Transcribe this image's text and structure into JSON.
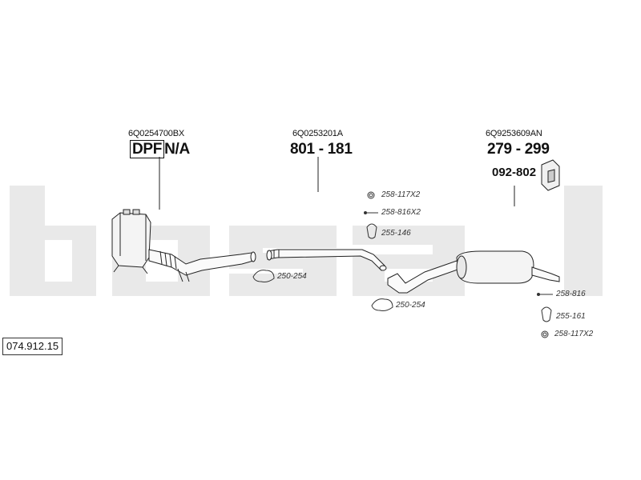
{
  "catalog_number": "074.912.15",
  "watermark": "bosal",
  "sections": {
    "front": {
      "oe_number": "6Q0254700BX",
      "dpf_label": "DPF",
      "main_label": "N/A"
    },
    "middle": {
      "oe_number": "6Q0253201A",
      "main_label": "801 - 181"
    },
    "rear": {
      "oe_number": "6Q9253609AN",
      "main_label": "279 - 299",
      "accessory_label": "092-802"
    }
  },
  "parts": {
    "p1": "258-117X2",
    "p2": "258-816X2",
    "p3": "255-146",
    "p4": "250-254",
    "p5": "250-254",
    "p6": "258-816",
    "p7": "255-161",
    "p8": "258-117X2"
  },
  "colors": {
    "watermark": "#e6e6e6",
    "line": "#222222"
  }
}
